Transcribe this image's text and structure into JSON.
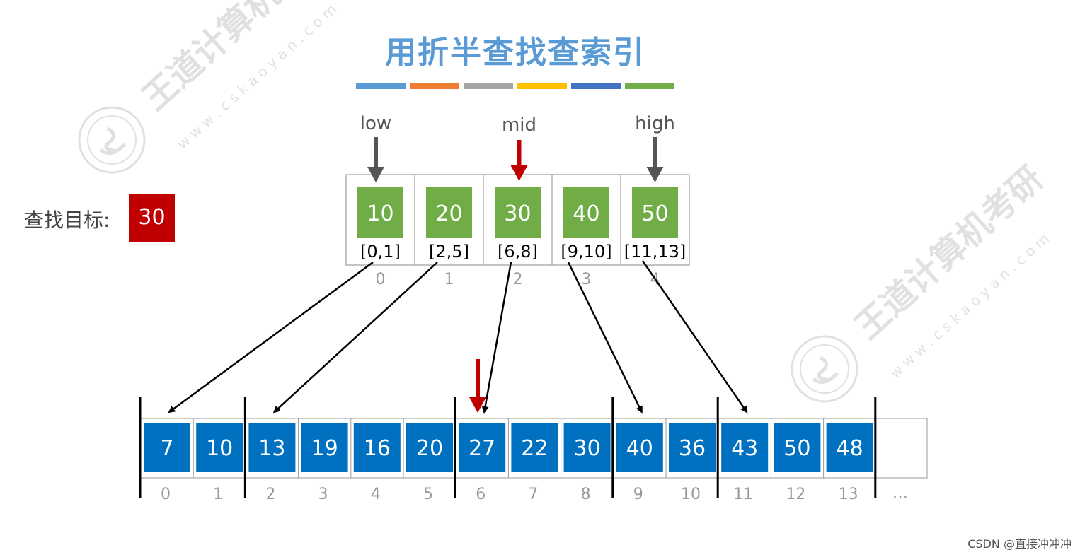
{
  "title": "用折半查找查索引",
  "colors": {
    "title": "#5b9bd5",
    "index_box": "#70ad47",
    "table_box": "#0070c0",
    "pointer_gray": "#555555",
    "pointer_red": "#c00000",
    "target_box": "#c00000"
  },
  "stripe_colors": [
    "#5b9bd5",
    "#ed7d31",
    "#a5a5a5",
    "#ffc000",
    "#4472c4",
    "#70ad47"
  ],
  "search": {
    "label": "查找目标:",
    "target": "30"
  },
  "pointers": {
    "low": "low",
    "mid": "mid",
    "high": "high"
  },
  "index_table": [
    {
      "key": "10",
      "range": "[0,1]",
      "idx": "0"
    },
    {
      "key": "20",
      "range": "[2,5]",
      "idx": "1"
    },
    {
      "key": "30",
      "range": "[6,8]",
      "idx": "2"
    },
    {
      "key": "40",
      "range": "[9,10]",
      "idx": "3"
    },
    {
      "key": "50",
      "range": "[11,13]",
      "idx": "4"
    }
  ],
  "main_table": {
    "values": [
      "7",
      "10",
      "13",
      "19",
      "16",
      "20",
      "27",
      "22",
      "30",
      "40",
      "36",
      "43",
      "50",
      "48"
    ],
    "indices": [
      "0",
      "1",
      "2",
      "3",
      "4",
      "5",
      "6",
      "7",
      "8",
      "9",
      "10",
      "11",
      "12",
      "13"
    ],
    "ellipsis": "…"
  },
  "watermark": {
    "brand": "王道计算机考研",
    "url": "w w w . c s k a o y a n . c o m"
  },
  "footer": "CSDN @直接冲冲冲"
}
